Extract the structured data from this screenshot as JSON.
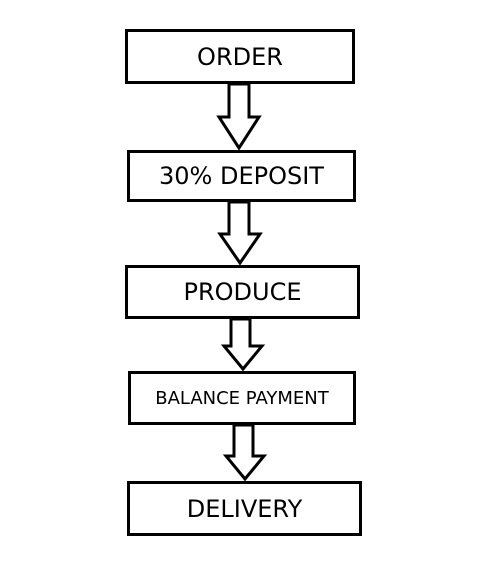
{
  "diagram": {
    "steps": [
      {
        "label": "ORDER"
      },
      {
        "label": "30% DEPOSIT"
      },
      {
        "label": "PRODUCE"
      },
      {
        "label": "BALANCE PAYMENT"
      },
      {
        "label": "DELIVERY"
      }
    ],
    "colors": {
      "stroke": "#000000",
      "fill": "#ffffff",
      "text": "#000000"
    }
  }
}
